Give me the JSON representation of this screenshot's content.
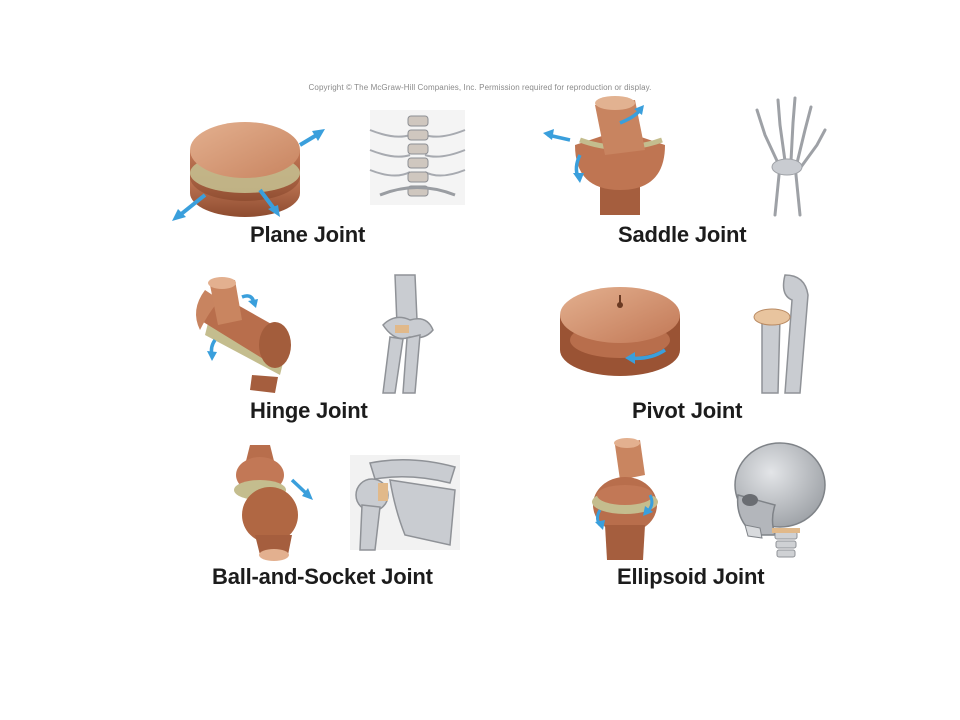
{
  "copyright": "Copyright © The McGraw-Hill Companies, Inc. Permission required for reproduction or display.",
  "joints": [
    {
      "label": "Plane Joint",
      "model_icon": "plane-joint-model-icon",
      "skeleton_icon": "vertebrae-icon"
    },
    {
      "label": "Saddle Joint",
      "model_icon": "saddle-joint-model-icon",
      "skeleton_icon": "hand-skeleton-icon"
    },
    {
      "label": "Hinge Joint",
      "model_icon": "hinge-joint-model-icon",
      "skeleton_icon": "elbow-icon"
    },
    {
      "label": "Pivot Joint",
      "model_icon": "pivot-joint-model-icon",
      "skeleton_icon": "radius-ulna-icon"
    },
    {
      "label": "Ball-and-Socket Joint",
      "model_icon": "ball-and-socket-joint-model-icon",
      "skeleton_icon": "shoulder-icon"
    },
    {
      "label": "Ellipsoid Joint",
      "model_icon": "ellipsoid-joint-model-icon",
      "skeleton_icon": "skull-icon"
    }
  ],
  "colors": {
    "bone_model": "#b86e4c",
    "bone_model_light": "#d9a07c",
    "cartilage": "#b9b38a",
    "arrow": "#3a9fdc",
    "skeleton": "#c9ccd1",
    "label": "#1c1c1c"
  }
}
